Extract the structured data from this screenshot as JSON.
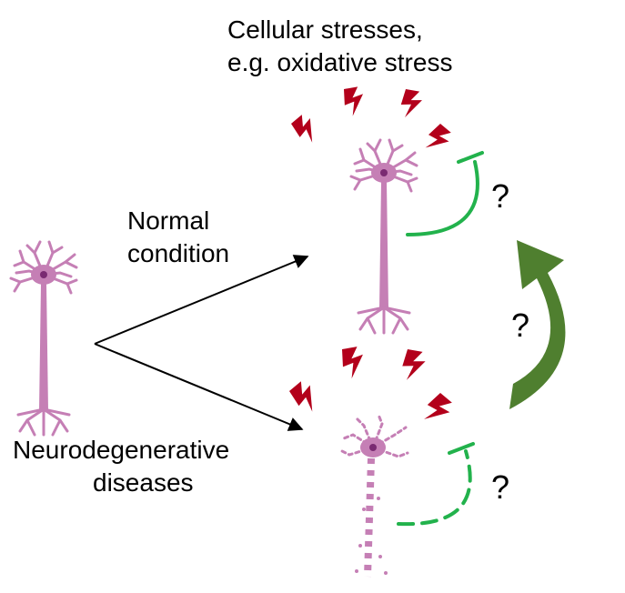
{
  "labels": {
    "stress_line1": "Cellular stresses,",
    "stress_line2": "e.g. oxidative stress",
    "normal_line1": "Normal",
    "normal_line2": "condition",
    "disease_line1": "Neurodegenerative",
    "disease_line2": "diseases",
    "question_mark": "?"
  },
  "colors": {
    "neuron": "#c57fb5",
    "nucleus": "#7a2a72",
    "lightning": "#b3001b",
    "inhibition": "#22b24c",
    "big_arrow": "#4f7f2f",
    "arrow": "#000000"
  },
  "icons": {
    "stress": "lightning-bolt-icon",
    "neuron": "neuron-icon",
    "degenerating_neuron": "degenerating-neuron-icon"
  }
}
